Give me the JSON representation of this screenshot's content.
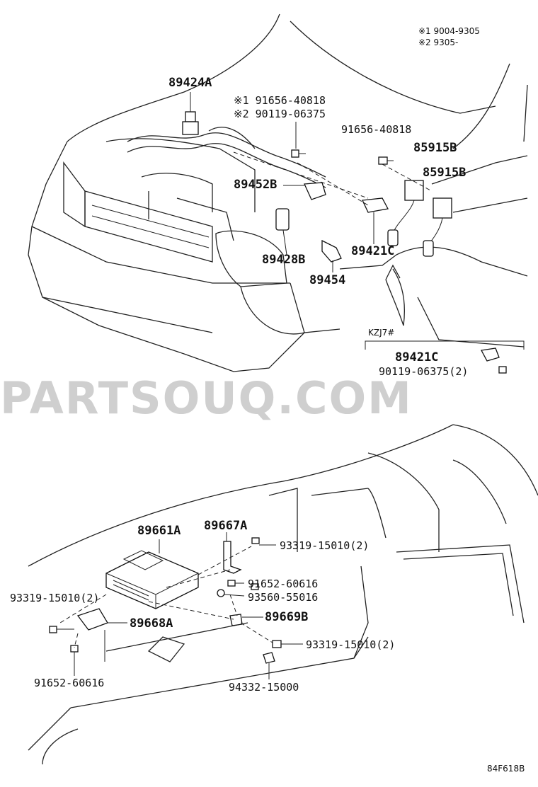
{
  "notes": {
    "note1": "※1 9004-9305",
    "note2": "※2 9305-"
  },
  "watermark": "PARTSOUQ.COM",
  "figure_code": "84F618B",
  "top_labels": {
    "p89424A": "89424A",
    "n1_91656_40818": "※1 91656-40818",
    "n2_90119_06375": "※2 90119-06375",
    "p91656_40818": "91656-40818",
    "p85915B_a": "85915B",
    "p85915B_b": "85915B",
    "p89452B": "89452B",
    "p89428B": "89428B",
    "p89421C": "89421C",
    "p89454": "89454"
  },
  "inset": {
    "title": "KZJ7#",
    "p89421C": "89421C",
    "p90119_06375": "90119-06375(2)"
  },
  "bottom_labels": {
    "p89661A": "89661A",
    "p89667A": "89667A",
    "p93319_15010_top": "93319-15010(2)",
    "p91652_60616_right": "91652-60616",
    "p93560_55016": "93560-55016",
    "p93319_15010_left": "93319-15010(2)",
    "p89668A": "89668A",
    "p89669B": "89669B",
    "p93319_15010_bottom": "93319-15010(2)",
    "p91652_60616_left": "91652-60616",
    "p94332_15000": "94332-15000"
  }
}
